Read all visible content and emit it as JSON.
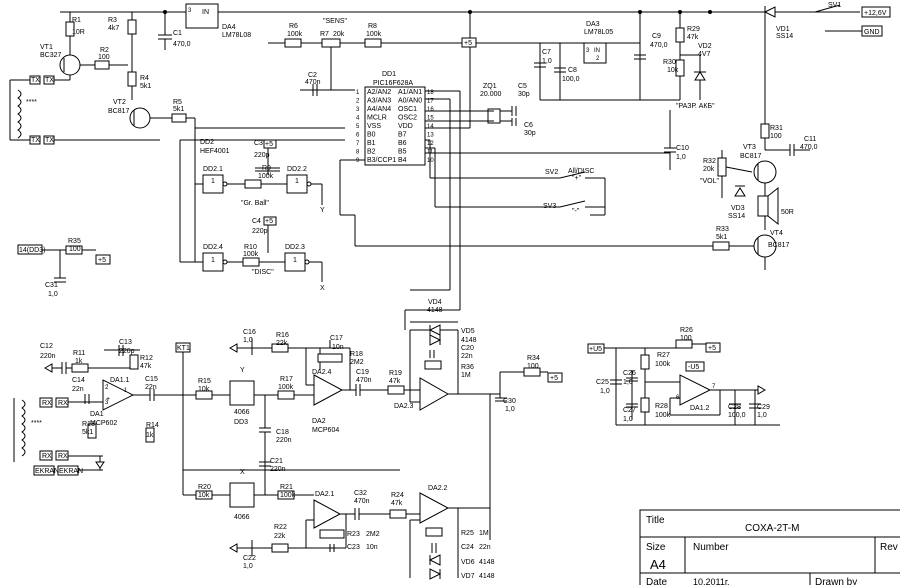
{
  "title_block": {
    "title_label": "Title",
    "title_value": "COXA-2T-M",
    "size_label": "Size",
    "size_value": "A4",
    "number_label": "Number",
    "rev_label": "Rev",
    "date_label": "Date",
    "date_value": "10.2011г.",
    "drawn_label": "Drawn by"
  },
  "supply": {
    "vin": "+12,6V",
    "gnd": "GND",
    "sv1": "SV1",
    "vd1": "VD1",
    "vd1_type": "SS14"
  },
  "regulators": {
    "da4": "DA4",
    "da4_type": "LM78L08",
    "da3": "DA3",
    "da3_type": "LM78L05",
    "in": "IN",
    "pin1": "1",
    "pin2": "2",
    "pin3": "3"
  },
  "mcu": {
    "ref": "DD1",
    "type": "PIC16F628A",
    "left_pins": [
      "A2/AN2",
      "A3/AN3",
      "A4/AN4",
      "MCLR",
      "VSS",
      "B0",
      "B1",
      "B2",
      "B3/CCP1"
    ],
    "left_nums": [
      "1",
      "2",
      "3",
      "4",
      "5",
      "6",
      "7",
      "8",
      "9"
    ],
    "right_pins": [
      "A1/AN1",
      "A0/AN0",
      "OSC1",
      "OSC2",
      "VDD",
      "B7",
      "B6",
      "B5",
      "B4"
    ],
    "right_nums": [
      "18",
      "17",
      "16",
      "15",
      "14",
      "13",
      "12",
      "11",
      "10"
    ]
  },
  "components": {
    "R1": "R1",
    "R1v": "10R",
    "R2": "R2",
    "R2v": "100",
    "R3": "R3",
    "R3v": "4k7",
    "R4": "R4",
    "R4v": "5k1",
    "R5": "R5",
    "R5v": "5k1",
    "R6": "R6",
    "R6v": "100k",
    "R7": "R7",
    "R7v": "20k",
    "sens": "\"SENS\"",
    "R8": "R8",
    "R8v": "100k",
    "R9": "R9",
    "R9v": "100k",
    "grball": "\"Gr. Ball\"",
    "R10": "R10",
    "R10v": "100k",
    "disc": "\"DISC\"",
    "R11": "R11",
    "R11v": "1k",
    "R12": "R12",
    "R12v": "47k",
    "R13": "R13",
    "R13v": "5k1",
    "R14": "R14",
    "R14v": "1k",
    "R15": "R15",
    "R15v": "10k",
    "R16": "R16",
    "R16v": "22k",
    "R17": "R17",
    "R17v": "100k",
    "R18": "R18",
    "R18v": "2M2",
    "R19": "R19",
    "R19v": "47k",
    "R20": "R20",
    "R20v": "10k",
    "R21": "R21",
    "R21v": "100k",
    "R22": "R22",
    "R22v": "22k",
    "R23": "R23",
    "R23v": "2M2",
    "R24": "R24",
    "R24v": "47k",
    "R25": "R25",
    "R25v": "1M",
    "R26": "R26",
    "R26v": "100",
    "R27": "R27",
    "R27v": "100k",
    "R28": "R28",
    "R28v": "100k",
    "R29": "R29",
    "R29v": "47k",
    "R30": "R30",
    "R30v": "10k",
    "razr": "\"РАЗР. АКБ\"",
    "R31": "R31",
    "R31v": "100",
    "R32": "R32",
    "R32v": "20k",
    "vol": "\"VOL\"",
    "R33": "R33",
    "R33v": "5k1",
    "R34": "R34",
    "R34v": "100",
    "R35": "R35",
    "R35v": "100",
    "R36": "R36",
    "R36v": "1M",
    "C1": "C1",
    "C1v": "470,0",
    "C2": "C2",
    "C2v": "470n",
    "C3": "C3",
    "C3v": "220p",
    "C4": "C4",
    "C4v": "220p",
    "C5": "C5",
    "C5v": "30p",
    "C6": "C6",
    "C6v": "30p",
    "C7": "C7",
    "C7v": "1,0",
    "C8": "C8",
    "C8v": "100,0",
    "C9": "C9",
    "C9v": "470,0",
    "C10": "C10",
    "C10v": "1,0",
    "C11": "C11",
    "C11v": "470,0",
    "C12": "C12",
    "C12v": "220n",
    "C13": "C13",
    "C13v": "220p",
    "C14": "C14",
    "C14v": "22n",
    "C15": "C15",
    "C15v": "22n",
    "C16": "C16",
    "C16v": "1,0",
    "C17": "C17",
    "C17v": "10n",
    "C18": "C18",
    "C18v": "220n",
    "C19": "C19",
    "C19v": "470n",
    "C20": "C20",
    "C20v": "22n",
    "C21": "C21",
    "C21v": "220n",
    "C22": "C22",
    "C22v": "1,0",
    "C23": "C23",
    "C23v": "10n",
    "C24": "C24",
    "C24v": "22n",
    "C25": "C25",
    "C25v": "1,0",
    "C26": "C26",
    "C26v": "1,0",
    "C27": "C27",
    "C27v": "1,0",
    "C28": "C28",
    "C28v": "100,0",
    "C29": "C29",
    "C29v": "1,0",
    "C30": "C30",
    "C30v": "1,0",
    "C31": "C31",
    "C31v": "1,0",
    "C32": "C32",
    "C32v": "470n",
    "VT1": "VT1",
    "VT1t": "BC327",
    "VT2": "VT2",
    "VT2t": "BC817",
    "VT3": "VT3",
    "VT3t": "BC817",
    "VT4": "VT4",
    "VT4t": "BC817",
    "VD2": "VD2",
    "VD2t": "4V7",
    "VD3": "VD3",
    "VD3t": "SS14",
    "VD4": "VD4",
    "VD4t": "4148",
    "VD5": "VD5",
    "VD5t": "4148",
    "VD6": "VD6",
    "VD6t": "4148",
    "VD7": "VD7",
    "VD7t": "4148",
    "ZQ1": "ZQ1",
    "ZQ1v": "20.000",
    "DD2": "DD2",
    "DD2t": "HEF4001",
    "DD21": "DD2.1",
    "DD22": "DD2.2",
    "DD23": "DD2.3",
    "DD24": "DD2.4",
    "DD3": "DD3",
    "dd3t": "4066",
    "DA1": "DA1",
    "DA1t": "MCP602",
    "DA11": "DA1.1",
    "DA12": "DA1.2",
    "DA2": "DA2",
    "DA2t": "MCP604",
    "DA21": "DA2.1",
    "DA22": "DA2.2",
    "DA23": "DA2.3",
    "DA24": "DA2.4",
    "SV2": "SV2",
    "SV3": "SV3",
    "allDisc": "All/DISC",
    "spk": "50R",
    "TX": "TX",
    "RX": "RX",
    "EKRAN": "EKRAN",
    "KT1": "KT1",
    "p5": "+5",
    "p5a": "+U5",
    "m5": "-U5",
    "X": "X",
    "Y": "Y",
    "batt": "14(DD3)",
    "dots": "****",
    "one": "1",
    "six": "6",
    "seven": "7"
  }
}
